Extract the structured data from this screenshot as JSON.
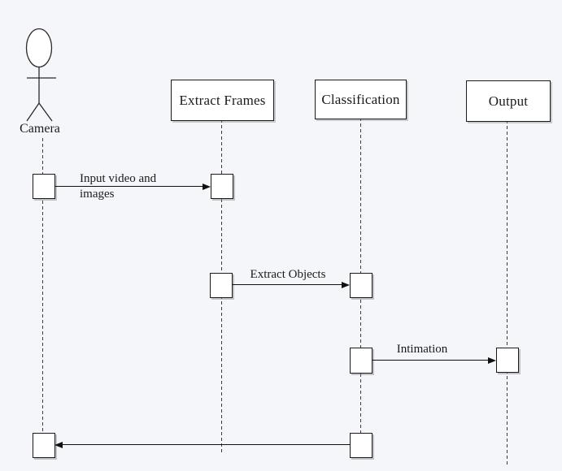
{
  "diagram": {
    "type": "uml-sequence-diagram",
    "background_color": "#f5f6fa",
    "stroke_color": "#1a1a1a",
    "actor": {
      "label": "Camera"
    },
    "participants": [
      {
        "label": "Extract Frames"
      },
      {
        "label": "Classification"
      },
      {
        "label": "Output"
      }
    ],
    "messages": [
      {
        "label": "Input video and images",
        "from": "Camera",
        "to": "Extract Frames",
        "direction": "right"
      },
      {
        "label": "Extract Objects",
        "from": "Extract Frames",
        "to": "Classification",
        "direction": "right"
      },
      {
        "label": "Intimation",
        "from": "Classification",
        "to": "Output",
        "direction": "right"
      },
      {
        "label": "",
        "from": "Classification",
        "to": "Camera",
        "direction": "left"
      }
    ]
  }
}
